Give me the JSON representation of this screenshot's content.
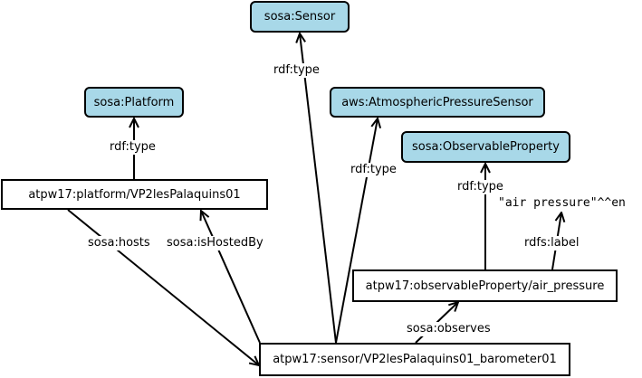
{
  "nodes": {
    "sensor_class": "sosa:Sensor",
    "platform_class": "sosa:Platform",
    "pressure_sensor_class": "aws:AtmosphericPressureSensor",
    "observable_property_class": "sosa:ObservableProperty",
    "platform": "atpw17:platform/VP2lesPalaquins01",
    "observable_property": "atpw17:observableProperty/air_pressure",
    "sensor": "atpw17:sensor/VP2lesPalaquins01_barometer01",
    "literal": "\"air pressure\"^^en"
  },
  "edges": {
    "platform_type": "rdf:type",
    "sensor_type": "rdf:type",
    "pressure_type": "rdf:type",
    "property_type": "rdf:type",
    "hosts": "sosa:hosts",
    "is_hosted_by": "sosa:isHostedBy",
    "observes": "sosa:observes",
    "label": "rdfs:label"
  }
}
